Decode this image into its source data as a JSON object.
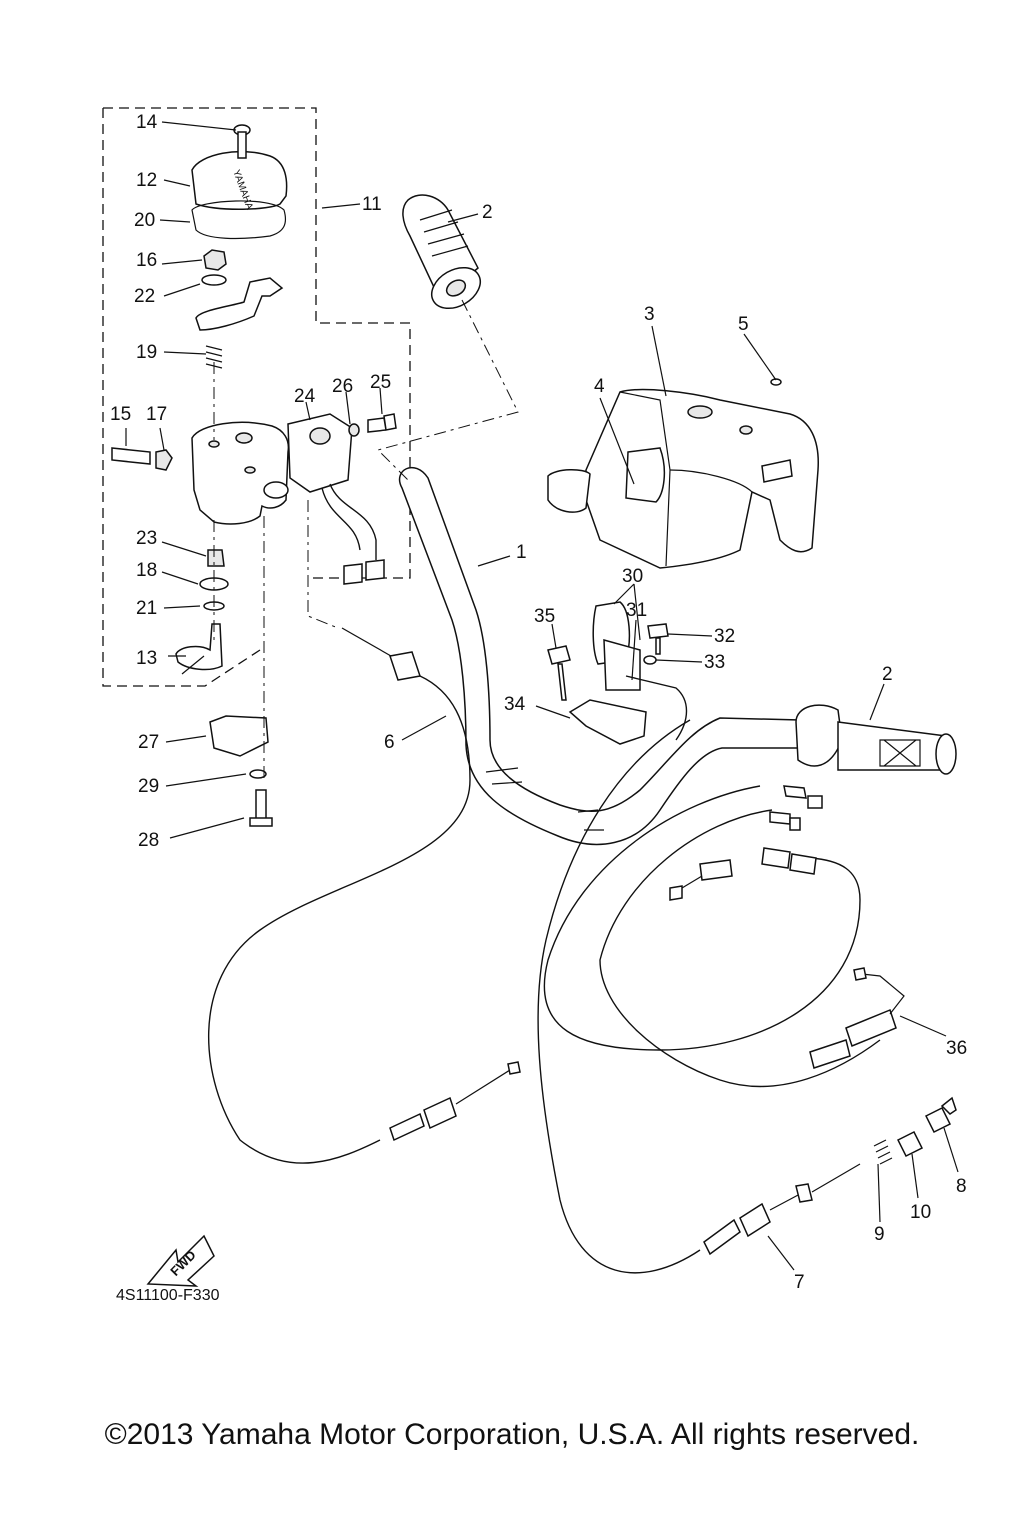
{
  "diagram": {
    "drawing_code": "4S11100-F330",
    "direction_arrow": "FWD",
    "copyright": "©2013 Yamaha Motor Corporation, U.S.A. All rights reserved.",
    "cover_brand_text": "YAMAHA",
    "callouts": [
      {
        "id": "c1",
        "label": "1"
      },
      {
        "id": "c2a",
        "label": "2"
      },
      {
        "id": "c2b",
        "label": "2"
      },
      {
        "id": "c3",
        "label": "3"
      },
      {
        "id": "c4",
        "label": "4"
      },
      {
        "id": "c5",
        "label": "5"
      },
      {
        "id": "c6",
        "label": "6"
      },
      {
        "id": "c7",
        "label": "7"
      },
      {
        "id": "c8",
        "label": "8"
      },
      {
        "id": "c9",
        "label": "9"
      },
      {
        "id": "c10",
        "label": "10"
      },
      {
        "id": "c11",
        "label": "11"
      },
      {
        "id": "c12",
        "label": "12"
      },
      {
        "id": "c13",
        "label": "13"
      },
      {
        "id": "c14",
        "label": "14"
      },
      {
        "id": "c15",
        "label": "15"
      },
      {
        "id": "c16",
        "label": "16"
      },
      {
        "id": "c17",
        "label": "17"
      },
      {
        "id": "c18",
        "label": "18"
      },
      {
        "id": "c19",
        "label": "19"
      },
      {
        "id": "c20",
        "label": "20"
      },
      {
        "id": "c21",
        "label": "21"
      },
      {
        "id": "c22",
        "label": "22"
      },
      {
        "id": "c23",
        "label": "23"
      },
      {
        "id": "c24",
        "label": "24"
      },
      {
        "id": "c25",
        "label": "25"
      },
      {
        "id": "c26",
        "label": "26"
      },
      {
        "id": "c27",
        "label": "27"
      },
      {
        "id": "c28",
        "label": "28"
      },
      {
        "id": "c29",
        "label": "29"
      },
      {
        "id": "c30",
        "label": "30"
      },
      {
        "id": "c31",
        "label": "31"
      },
      {
        "id": "c32",
        "label": "32"
      },
      {
        "id": "c33",
        "label": "33"
      },
      {
        "id": "c34",
        "label": "34"
      },
      {
        "id": "c35",
        "label": "35"
      },
      {
        "id": "c36",
        "label": "36"
      }
    ]
  }
}
